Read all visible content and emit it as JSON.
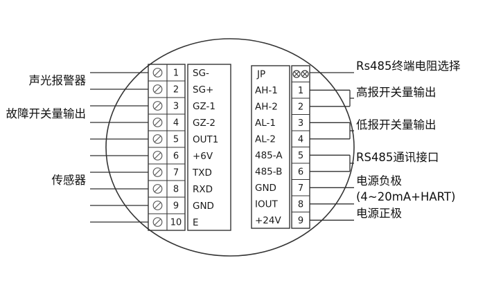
{
  "left_block": {
    "rows": [
      {
        "num": "1",
        "signal": "SG-"
      },
      {
        "num": "2",
        "signal": "SG+"
      },
      {
        "num": "3",
        "signal": "GZ-1"
      },
      {
        "num": "4",
        "signal": "GZ-2"
      },
      {
        "num": "5",
        "signal": "OUT1"
      },
      {
        "num": "6",
        "signal": "+6V"
      },
      {
        "num": "7",
        "signal": "TXD"
      },
      {
        "num": "8",
        "signal": "RXD"
      },
      {
        "num": "9",
        "signal": "GND"
      },
      {
        "num": "10",
        "signal": "E"
      }
    ]
  },
  "right_block": {
    "jumper_label": "JP",
    "rows": [
      {
        "num": "1",
        "signal": "AH-1"
      },
      {
        "num": "2",
        "signal": "AH-2"
      },
      {
        "num": "3",
        "signal": "AL-1"
      },
      {
        "num": "4",
        "signal": "AL-2"
      },
      {
        "num": "5",
        "signal": "485-A"
      },
      {
        "num": "6",
        "signal": "485-B"
      },
      {
        "num": "7",
        "signal": "GND"
      },
      {
        "num": "8",
        "signal": "IOUT"
      },
      {
        "num": "9",
        "signal": "+24V"
      }
    ]
  },
  "left_labels": {
    "alarm": "声光报警器",
    "fault": "故障开关量输出",
    "sensor": "传感器"
  },
  "right_labels": {
    "rs485_term": "Rs485终端电阻选择",
    "high_alarm": "高报开关量输出",
    "low_alarm": "低报开关量输出",
    "rs485_comm": "RS485通讯接口",
    "power_neg": "电源负极",
    "hart": "(4~20mA+HART)",
    "power_pos": "电源正极"
  },
  "icons": {
    "screw_terminal": "slashed-circle",
    "jumper": "crossed-circle"
  },
  "colors": {
    "line": "#333333",
    "text": "#111111",
    "background": "#ffffff"
  }
}
